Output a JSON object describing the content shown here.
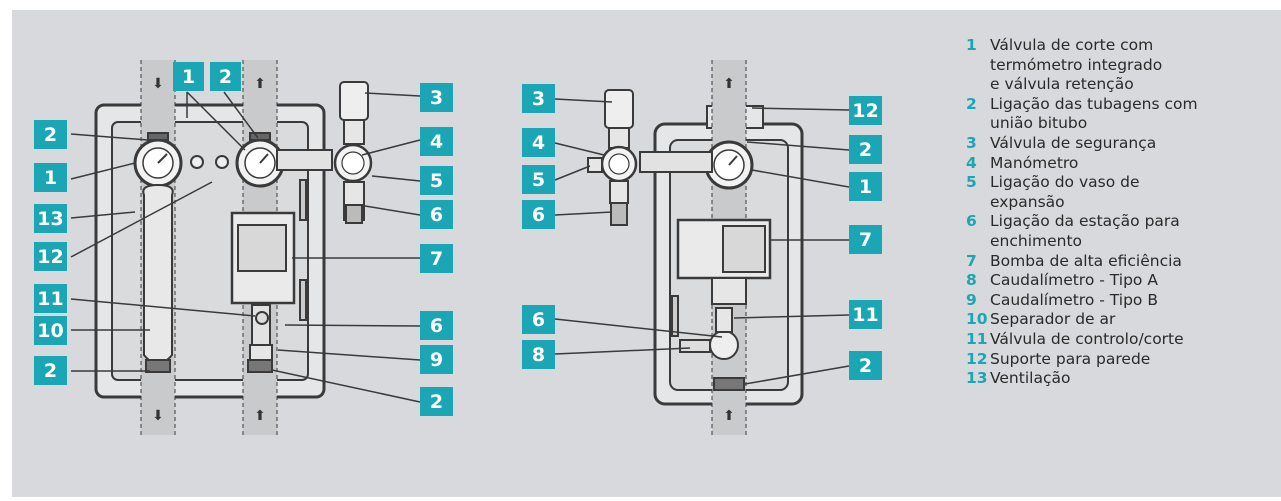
{
  "callouts": {
    "l1": "1",
    "l2": "2",
    "l3": "3",
    "l4": "4",
    "l5": "5",
    "l6": "6",
    "l7": "7",
    "l8": "8",
    "l9": "9",
    "l10": "10",
    "l11": "11",
    "l12": "12",
    "l13": "13"
  },
  "legend": [
    {
      "num": "1",
      "text": "Válvula de corte com termómetro integrado e válvula retenção",
      "lines": [
        "Válvula de corte com",
        "termómetro integrado",
        "e válvula retenção"
      ]
    },
    {
      "num": "2",
      "text": "Ligação das tubagens com união bitubo",
      "lines": [
        "Ligação das tubagens com",
        "união bitubo"
      ]
    },
    {
      "num": "3",
      "text": "Válvula de segurança",
      "lines": [
        "Válvula de segurança"
      ]
    },
    {
      "num": "4",
      "text": "Manómetro",
      "lines": [
        "Manómetro"
      ]
    },
    {
      "num": "5",
      "text": "Ligação do vaso de expansão",
      "lines": [
        "Ligação do vaso de",
        "expansão"
      ]
    },
    {
      "num": "6",
      "text": "Ligação da estação para enchimento",
      "lines": [
        "Ligação da estação para",
        "enchimento"
      ]
    },
    {
      "num": "7",
      "text": "Bomba de alta eficiência",
      "lines": [
        "Bomba de alta eficiência"
      ]
    },
    {
      "num": "8",
      "text": "Caudalímetro - Tipo A",
      "lines": [
        "Caudalímetro - Tipo A"
      ]
    },
    {
      "num": "9",
      "text": "Caudalímetro - Tipo B",
      "lines": [
        "Caudalímetro - Tipo B"
      ]
    },
    {
      "num": "10",
      "text": "Separador de ar",
      "lines": [
        "Separador de ar"
      ]
    },
    {
      "num": "11",
      "text": "Válvula de controlo/corte",
      "lines": [
        "Válvula de controlo/corte"
      ]
    },
    {
      "num": "12",
      "text": "Suporte para parede",
      "lines": [
        "Suporte para parede"
      ]
    },
    {
      "num": "13",
      "text": "Ventilação",
      "lines": [
        "Ventilação"
      ]
    }
  ],
  "colors": {
    "accent": "#1aa6b5",
    "background": "#d7d9dc",
    "line": "#3a3a3a"
  }
}
